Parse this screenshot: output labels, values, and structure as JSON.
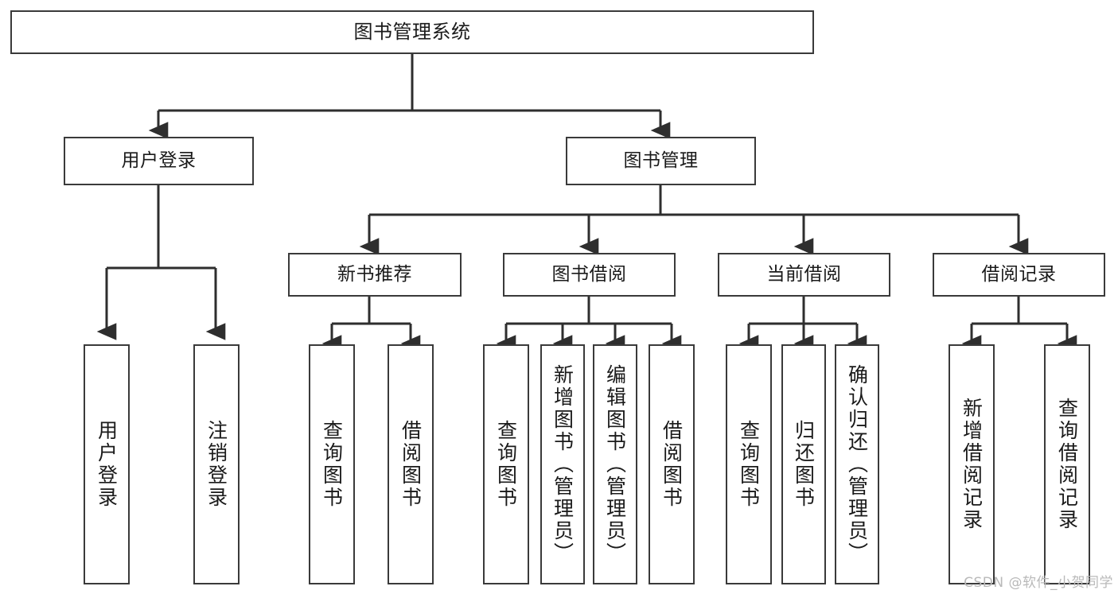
{
  "diagram": {
    "type": "tree",
    "title": "图书管理系统",
    "root": {
      "id": "root",
      "label": "图书管理系统"
    },
    "level1": [
      {
        "id": "user-login",
        "label": "用户登录"
      },
      {
        "id": "book-manage",
        "label": "图书管理"
      }
    ],
    "level2": [
      {
        "id": "new-book-recommend",
        "label": "新书推荐",
        "parent": "book-manage"
      },
      {
        "id": "book-borrow",
        "label": "图书借阅",
        "parent": "book-manage"
      },
      {
        "id": "current-borrow",
        "label": "当前借阅",
        "parent": "book-manage"
      },
      {
        "id": "borrow-record",
        "label": "借阅记录",
        "parent": "book-manage"
      }
    ],
    "leaves": [
      {
        "id": "leaf-user-login",
        "label": "用户登录",
        "parent": "user-login"
      },
      {
        "id": "leaf-logout",
        "label": "注销登录",
        "parent": "user-login"
      },
      {
        "id": "leaf-query-book-1",
        "label": "查询图书",
        "parent": "new-book-recommend"
      },
      {
        "id": "leaf-borrow-book-1",
        "label": "借阅图书",
        "parent": "new-book-recommend"
      },
      {
        "id": "leaf-query-book-2",
        "label": "查询图书",
        "parent": "book-borrow"
      },
      {
        "id": "leaf-add-book",
        "label": "新增图书（管理员）",
        "parent": "book-borrow"
      },
      {
        "id": "leaf-edit-book",
        "label": "编辑图书（管理员）",
        "parent": "book-borrow"
      },
      {
        "id": "leaf-borrow-book-2",
        "label": "借阅图书",
        "parent": "book-borrow"
      },
      {
        "id": "leaf-query-book-3",
        "label": "查询图书",
        "parent": "current-borrow"
      },
      {
        "id": "leaf-return-book",
        "label": "归还图书",
        "parent": "current-borrow"
      },
      {
        "id": "leaf-confirm-return",
        "label": "确认归还（管理员）",
        "parent": "current-borrow"
      },
      {
        "id": "leaf-add-record",
        "label": "新增借阅记录",
        "parent": "borrow-record"
      },
      {
        "id": "leaf-query-record",
        "label": "查询借阅记录",
        "parent": "borrow-record"
      }
    ],
    "colors": {
      "stroke": "#3a3a3a",
      "fill": "#ffffff",
      "text": "#1a1a1a",
      "watermark": "#b9b9b9"
    }
  },
  "watermark": {
    "text": "CSDN @软件_小贺同学"
  }
}
